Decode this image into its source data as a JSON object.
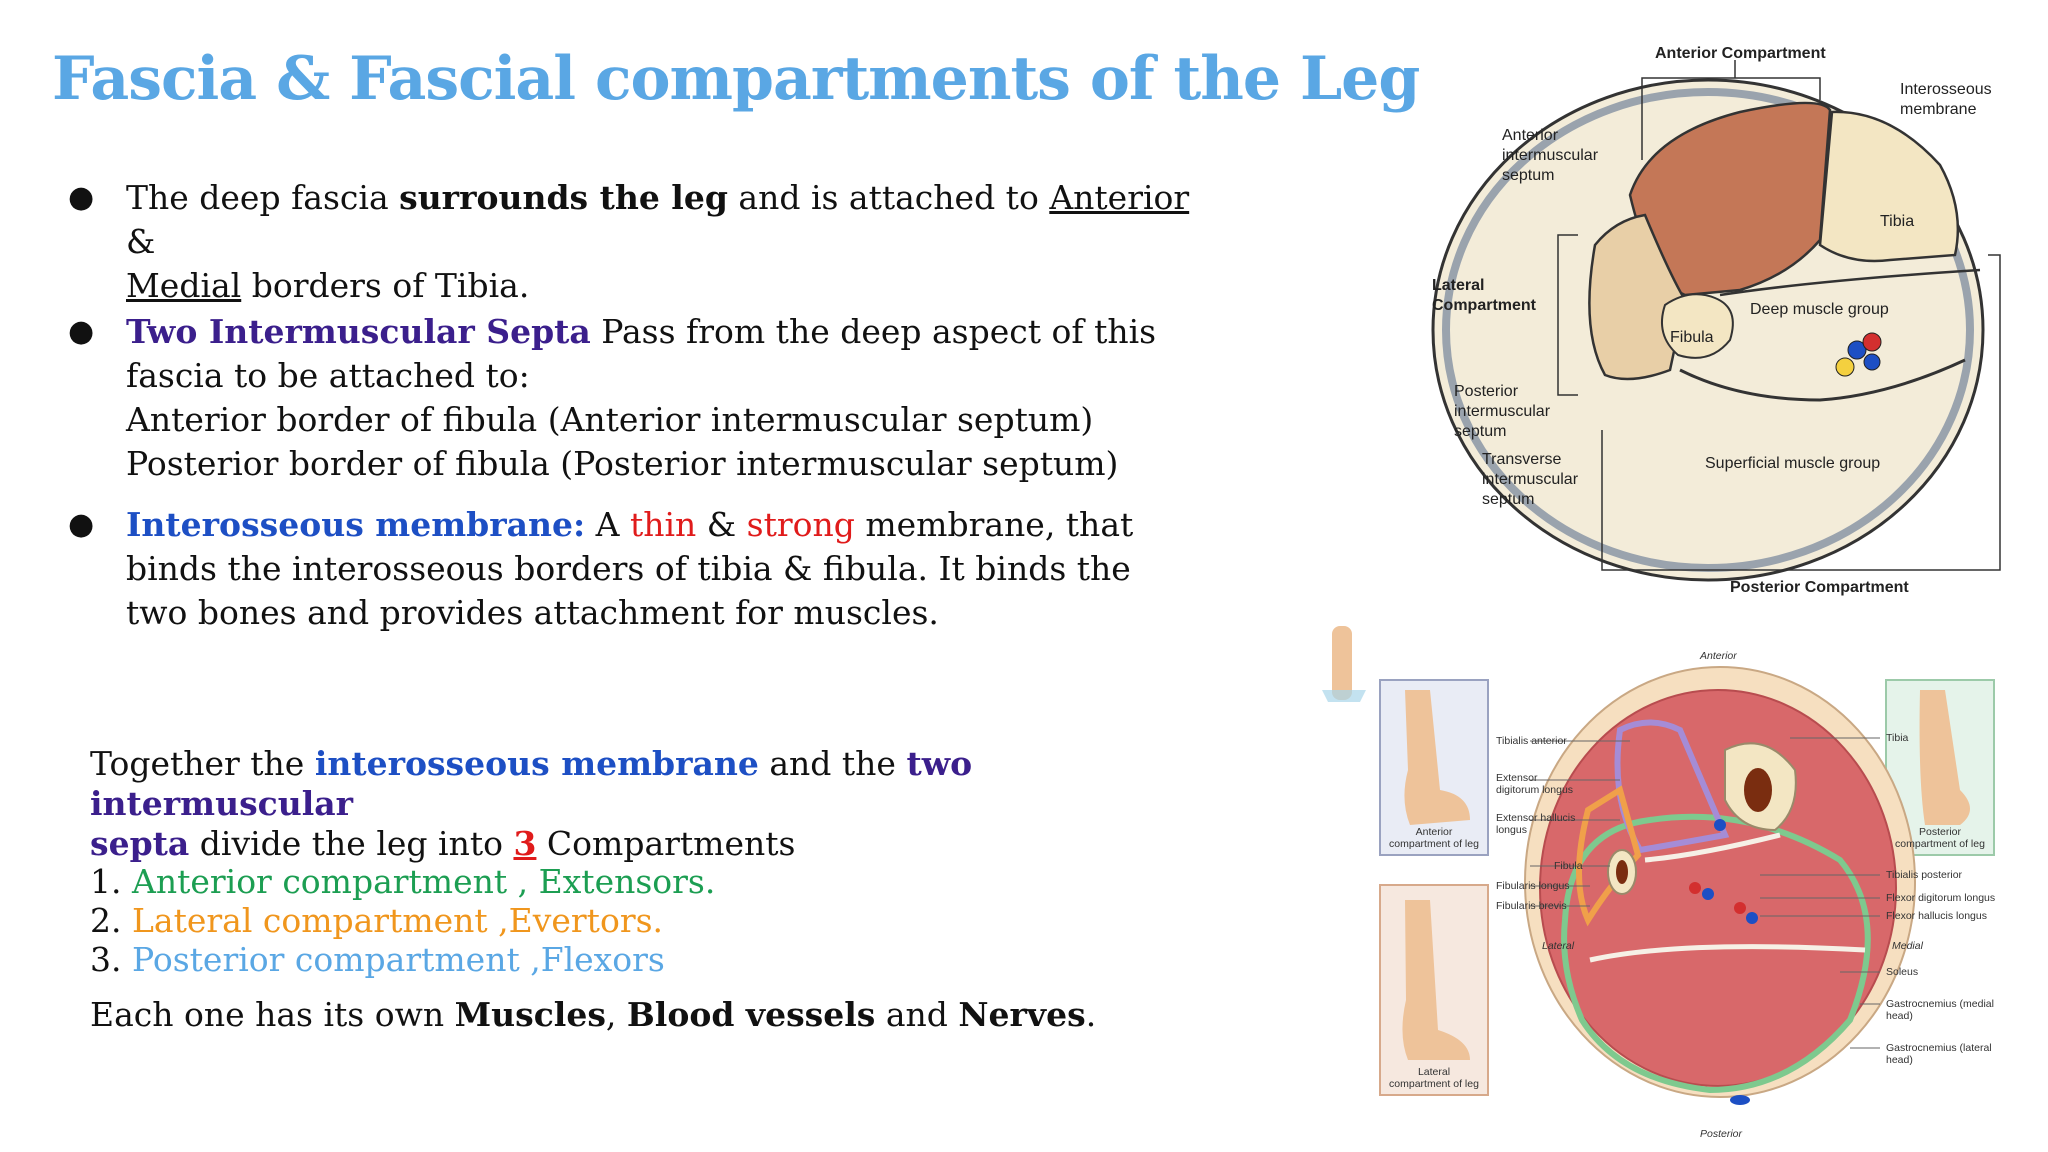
{
  "title": "Fascia & Fascial compartments of the Leg",
  "bullets": {
    "b1_pre": "The deep fascia ",
    "b1_bold": "surrounds the leg",
    "b1_mid": " and is attached to ",
    "b1_ant": "Anterior",
    "b1_amp": " &",
    "b1_med": "Medial",
    "b1_end": " borders of Tibia.",
    "b2_head": "Two Intermuscular Septa",
    "b2_text1": "  Pass from the  deep aspect of this",
    "b2_text2": "fascia  to be attached to:",
    "b2_text3": "Anterior border of fibula (Anterior intermuscular septum)",
    "b2_text4": "Posterior border of fibula (Posterior intermuscular septum)",
    "b3_head": "Interosseous membrane:",
    "b3_a": "  A ",
    "b3_thin": "thin",
    "b3_amp": " & ",
    "b3_strong": "strong",
    "b3_b": " membrane, that",
    "b3_l2": "binds the interosseous borders of  tibia & fibula. It binds the",
    "b3_l3": "two bones  and provides attachment for muscles."
  },
  "together": {
    "t1": "Together the ",
    "t2": "interosseous membrane",
    "t3": " and the ",
    "t4": "two intermuscular",
    "t5": "septa",
    "t6": " divide the leg into  ",
    "t7": "3",
    "t8": " Compartments"
  },
  "compartments": {
    "n1": "1. ",
    "c1": "Anterior compartment , Extensors.",
    "n2": "2. ",
    "c2": "Lateral compartment ,Evertors.",
    "n3": "3. ",
    "c3": "Posterior compartment  ,Flexors"
  },
  "closing": {
    "a": "Each one has its own ",
    "m": "Muscles",
    "c": ", ",
    "bv": "Blood vessels",
    "and": " and ",
    "n": "Nerves",
    "dot": "."
  },
  "diagram1": {
    "anterior_compartment": "Anterior Compartment",
    "interosseous_membrane": "Interosseous membrane",
    "anterior_septum": "Anterior intermuscular septum",
    "tibia": "Tibia",
    "lateral_compartment": "Lateral Compartment",
    "fibula": "Fibula",
    "deep_group": "Deep muscle group",
    "posterior_septum": "Posterior intermuscular septum",
    "transverse_septum": "Transverse intermuscular septum",
    "superficial_group": "Superficial muscle group",
    "posterior_compartment": "Posterior Compartment"
  },
  "diagram2": {
    "anterior": "Anterior",
    "posterior": "Posterior",
    "lateral": "Lateral",
    "medial": "Medial",
    "ant_comp": "Anterior compartment of leg",
    "post_comp": "Posterior compartment of leg",
    "lat_comp": "Lateral compartment of leg",
    "tibialis_anterior": "Tibialis anterior",
    "ext_dig": "Extensor digitorum longus",
    "ext_hal": "Extensor hallucis longus",
    "fibula": "Fibula",
    "fib_longus": "Fibularis longus",
    "fib_brevis": "Fibularis brevis",
    "tibia": "Tibia",
    "tib_post": "Tibialis posterior",
    "fdl": "Flexor digitorum longus",
    "fhl": "Flexor hallucis longus",
    "soleus": "Soleus",
    "gast_med": "Gastrocnemius (medial head)",
    "gast_lat": "Gastrocnemius (lateral head)"
  },
  "colors": {
    "title": "#5aa7e4",
    "purple": "#3b1f8c",
    "blue": "#1d4fc4",
    "red": "#e01b1b",
    "green": "#1c9e52",
    "orange": "#f0961d",
    "light_blue": "#5aa7e4"
  }
}
